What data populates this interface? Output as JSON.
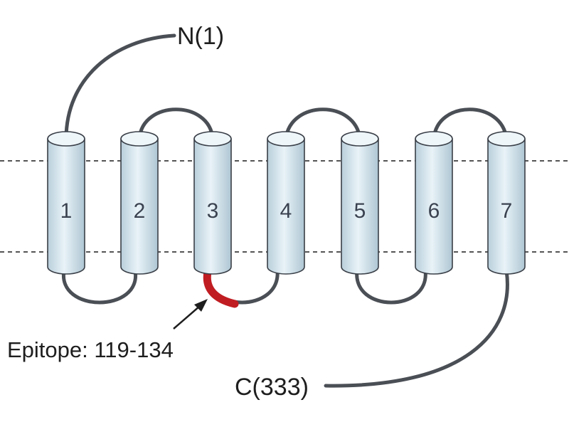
{
  "diagram": {
    "n_terminus": "N(1)",
    "c_terminus": "C(333)",
    "epitope_label": "Epitope: 119-134",
    "helices": [
      "1",
      "2",
      "3",
      "4",
      "5",
      "6",
      "7"
    ],
    "colors": {
      "helix_fill": "#d7e7ef",
      "helix_top": "#eef6fa",
      "helix_outline": "#3a3f47",
      "loop": "#4a4e55",
      "epitope": "#c01d22",
      "membrane_line": "#555555",
      "text": "#1e1e1e"
    }
  }
}
